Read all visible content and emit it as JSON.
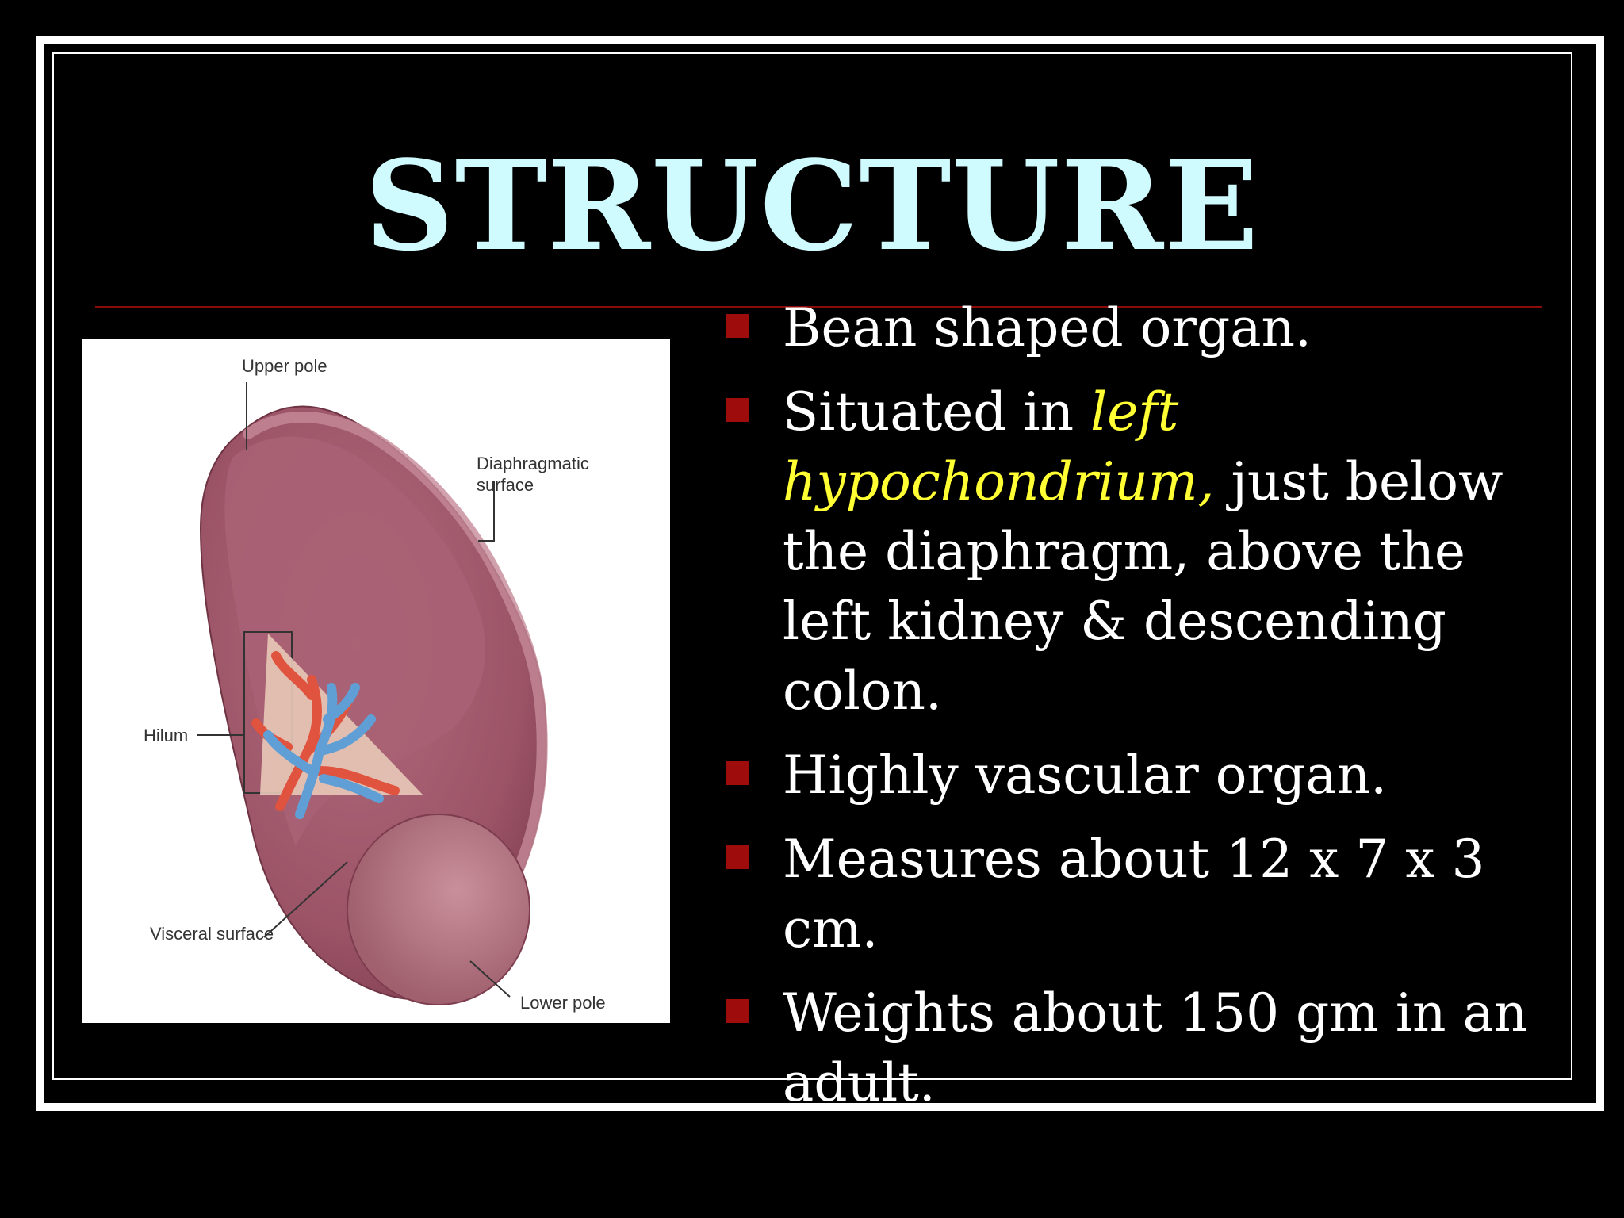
{
  "slide": {
    "title": "STRUCTURE",
    "colors": {
      "title": "#cffbff",
      "bullet": "#9e0c0c",
      "highlight": "#ffff33",
      "rule": "#8b0a0a",
      "background": "#000000"
    },
    "figure": {
      "icon": "spleen-illustration",
      "labels": {
        "upper_pole": "Upper pole",
        "diaphragmatic": "Diaphragmatic",
        "surface": "surface",
        "hilum": "Hilum",
        "visceral_surface": "Visceral surface",
        "lower_pole": "Lower pole"
      }
    },
    "bullets": [
      {
        "text": "Bean shaped organ."
      },
      {
        "before": "Situated in ",
        "highlight": "left hypochondrium,",
        "after": " just below the diaphragm, above the left kidney & descending colon."
      },
      {
        "text": "Highly vascular organ."
      },
      {
        "text": "Measures about 12 x 7 x 3 cm."
      },
      {
        "text": "Weights about 150 gm in an adult."
      }
    ]
  }
}
